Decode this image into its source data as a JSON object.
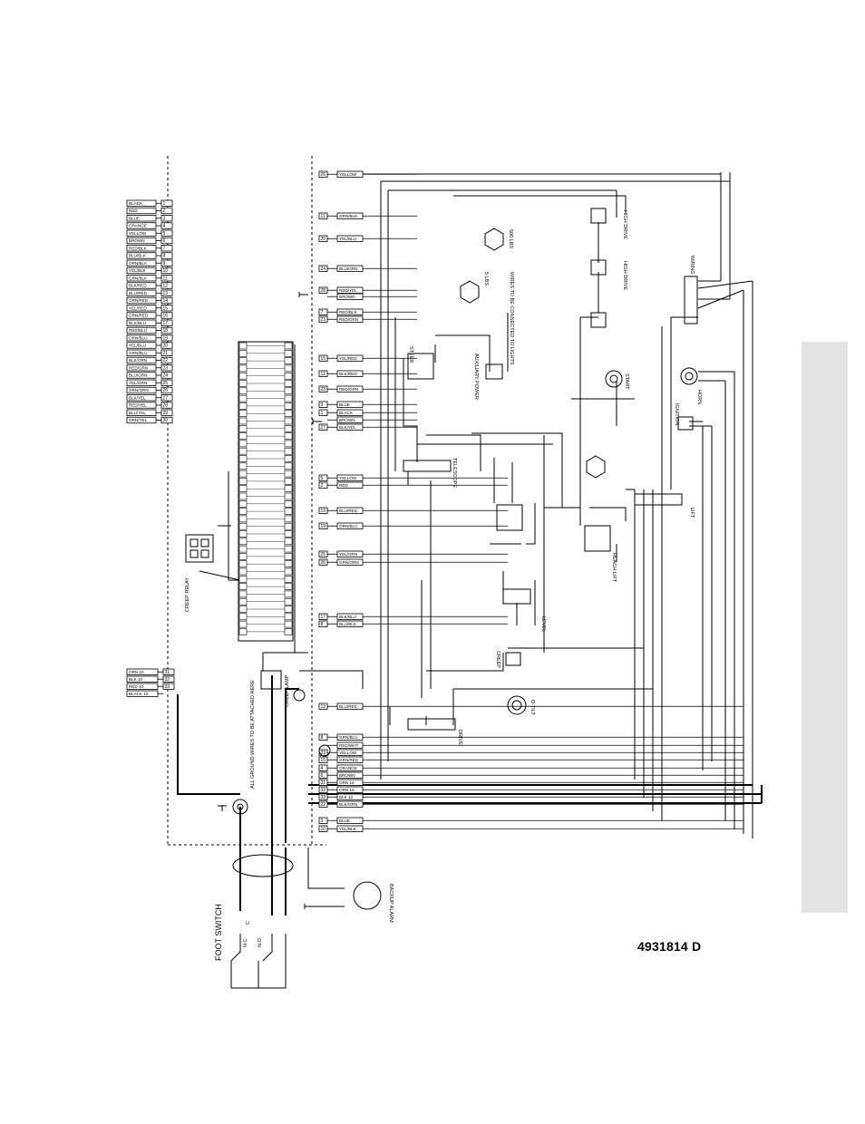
{
  "document_number": "4931814 D",
  "harness_wires": [
    {
      "num": "1",
      "label": "BLACK"
    },
    {
      "num": "2",
      "label": "RED"
    },
    {
      "num": "3",
      "label": "BLUE"
    },
    {
      "num": "4",
      "label": "ORANGE"
    },
    {
      "num": "5",
      "label": "YELLOW"
    },
    {
      "num": "6",
      "label": "BROWN"
    },
    {
      "num": "7",
      "label": "RED/BLK"
    },
    {
      "num": "8",
      "label": "BLU/BLK"
    },
    {
      "num": "9",
      "label": "ORN/BLK"
    },
    {
      "num": "10",
      "label": "YEL/BLK"
    },
    {
      "num": "11",
      "label": "GRN/BLK"
    },
    {
      "num": "12",
      "label": "BLK/RED"
    },
    {
      "num": "13",
      "label": "BLU/RED"
    },
    {
      "num": "14",
      "label": "ORN/RED"
    },
    {
      "num": "15",
      "label": "YEL/RED"
    },
    {
      "num": "16",
      "label": "GRN/RED"
    },
    {
      "num": "17",
      "label": "BLK/BLU"
    },
    {
      "num": "18",
      "label": "RED/BLU"
    },
    {
      "num": "19",
      "label": "ORN/BLU"
    },
    {
      "num": "20",
      "label": "YEL/BLU"
    },
    {
      "num": "21",
      "label": "GRN/BLU"
    },
    {
      "num": "22",
      "label": "BLK/GRN"
    },
    {
      "num": "23",
      "label": "RED/GRN"
    },
    {
      "num": "24",
      "label": "BLU/GRN"
    },
    {
      "num": "25",
      "label": "YEL/GRN"
    },
    {
      "num": "26",
      "label": "GRN/GRN"
    },
    {
      "num": "27",
      "label": "BLK/YEL"
    },
    {
      "num": "28",
      "label": "RED/YEL"
    },
    {
      "num": "29",
      "label": "BLU/YEL"
    },
    {
      "num": "30",
      "label": "ORN/YEL"
    }
  ],
  "harness_wires_lower": [
    {
      "num": "31",
      "label": "ORN 10"
    },
    {
      "num": "32",
      "label": "BLK 10"
    },
    {
      "num": "33",
      "label": "RED 10"
    },
    {
      "num": "",
      "label": "BLACK 10"
    }
  ],
  "terminal_rows": [
    {
      "num": "26",
      "label": "YELLOW"
    },
    {
      "num": "11",
      "label": "GRN/BLK"
    },
    {
      "num": "20",
      "label": "YEL/BLU"
    },
    {
      "num": "24",
      "label": "BLU/GRN"
    },
    {
      "num": "28",
      "label": "RED/YEL"
    },
    {
      "num": "",
      "label": "BROWN"
    },
    {
      "num": "7",
      "label": "RED/BLK"
    },
    {
      "num": "23",
      "label": "RED/GRN"
    },
    {
      "num": "15",
      "label": "YEL/RED"
    },
    {
      "num": "12",
      "label": "BLK/RED"
    },
    {
      "num": "23",
      "label": "RED/GRN"
    },
    {
      "num": "3",
      "label": "BLUE"
    },
    {
      "num": "1",
      "label": "BLACK"
    },
    {
      "num": "",
      "label": "BROWN"
    },
    {
      "num": "27",
      "label": "BLK/YEL"
    },
    {
      "num": "5",
      "label": "YELLOW"
    },
    {
      "num": "2",
      "label": "RED"
    },
    {
      "num": "13",
      "label": "BLU/RED"
    },
    {
      "num": "19",
      "label": "ORN/BLU"
    },
    {
      "num": "25",
      "label": "YEL/GRN"
    },
    {
      "num": "26",
      "label": "GRN/GRN"
    },
    {
      "num": "17",
      "label": "BLK/BLU"
    },
    {
      "num": "8",
      "label": "BLU/BLK"
    },
    {
      "num": "13",
      "label": "BLU/RED"
    },
    {
      "num": "8",
      "label": "GRN/BLU"
    },
    {
      "num": "",
      "label": "RED/WHT"
    },
    {
      "num": "23",
      "label": "YELLOW"
    },
    {
      "num": "15",
      "label": "GRN/RED"
    },
    {
      "num": "4",
      "label": "ORANGE"
    },
    {
      "num": "6",
      "label": "BROWN"
    },
    {
      "num": "31",
      "label": "ORN 10"
    },
    {
      "num": "32",
      "label": "ORN 10"
    },
    {
      "num": "33",
      "label": "BLK 10"
    },
    {
      "num": "22",
      "label": "BLK/GRN"
    },
    {
      "num": "3",
      "label": "BLUE"
    },
    {
      "num": "10",
      "label": "YEL/BLK"
    }
  ],
  "labels": {
    "joystick": "FOOT SWITCH",
    "ground_note": "ALL GROUND WIRES TO BE ATTACHED HERE",
    "horn": "HORN",
    "start": "START",
    "ignition": "IGNITION",
    "steer": "STEER",
    "telescope": "TELESCOPE",
    "reach_lift": "REACH LIFT",
    "level": "LEVEL",
    "creep": "CREEP",
    "drive": "DRIVE",
    "tilt": "D-TILT",
    "lift": "LIFT",
    "auxiliary_power": "AUXILIARY POWER",
    "wiring": "WIRING",
    "high_drive": "HIGH DRIVE",
    "lbs_500": "500 LBS",
    "lbs_5": "5 LBS",
    "wires_to_lights": "WIRES TO BE CONNECTED TO LIGHTS",
    "creep_relay": "CREEP RELAY",
    "creep_lamp": "CREEP LAMP",
    "backup_alarm": "BACKUP ALARM",
    "nc": "N.C.",
    "no": "N.O.",
    "c": "C"
  }
}
